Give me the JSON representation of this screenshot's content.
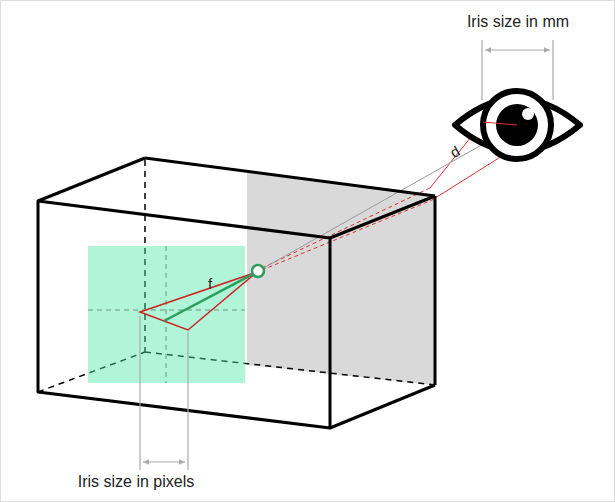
{
  "diagram": {
    "labels": [
      "Iris size in mm",
      "d",
      "f",
      "Iris size in pixels"
    ]
  }
}
